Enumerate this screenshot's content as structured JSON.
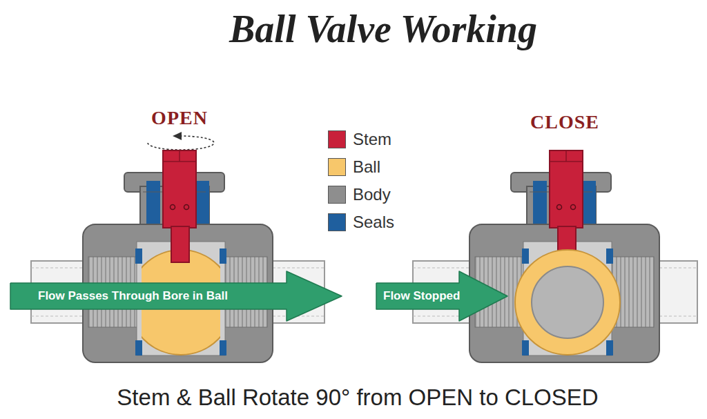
{
  "diagram": {
    "title": "Ball Valve Working",
    "caption": "Stem & Ball Rotate 90° from OPEN to CLOSED",
    "nodes": [
      {
        "text": [
          "Flow Passes Through Bore in Ball"
        ]
      },
      {
        "text": [
          "Flow Stopped"
        ]
      }
    ],
    "labels": [
      "OPEN",
      "CLOSE"
    ],
    "legend": [
      {
        "text": "Stem",
        "color": "#c8203a"
      },
      {
        "text": "Ball",
        "color": "#f7c76b"
      },
      {
        "text": "Body",
        "color": "#8e8e8e"
      },
      {
        "text": "Seals",
        "color": "#1f5f9e"
      }
    ]
  }
}
